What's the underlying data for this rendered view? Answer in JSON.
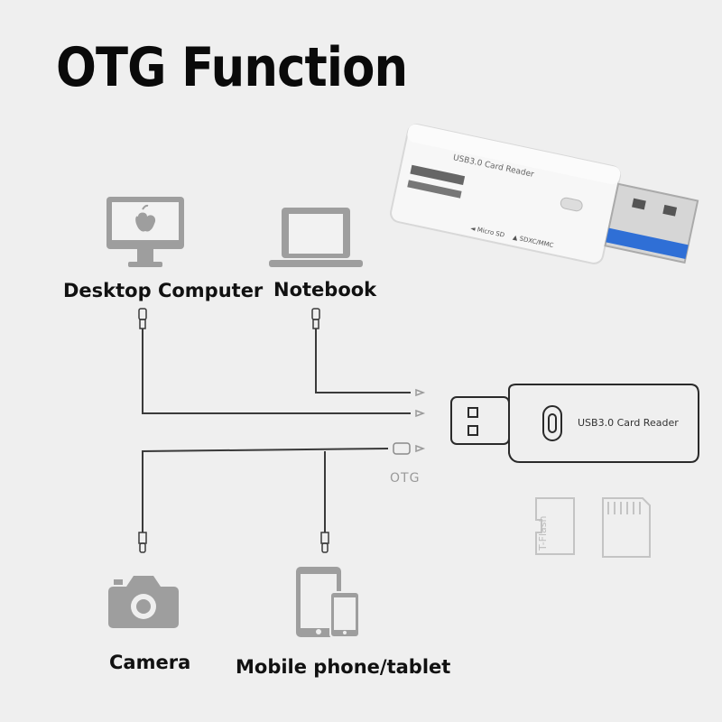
{
  "title": "OTG Function",
  "labels": {
    "desktop": "Desktop Computer",
    "notebook": "Notebook",
    "camera": "Camera",
    "mobile": "Mobile phone/tablet",
    "otg": "OTG"
  },
  "reader_photo": {
    "brand_text": "USB3.0 Card Reader",
    "slot_micro": "◄ Micro SD",
    "slot_sd": "▲ SDXC/MMC"
  },
  "reader_outline_text": "USB3.0 Card Reader",
  "cards": {
    "tflash": "T-Flash"
  },
  "colors": {
    "background": "#efefef",
    "icon_gray": "#9e9e9e",
    "line": "#3a3a3a",
    "usb_blue": "#2f6fd6"
  },
  "icons": [
    "apple-desktop-icon",
    "notebook-icon",
    "camera-icon",
    "mobile-tablet-icon",
    "card-reader-photo",
    "tflash-card-icon",
    "sd-card-icon"
  ]
}
